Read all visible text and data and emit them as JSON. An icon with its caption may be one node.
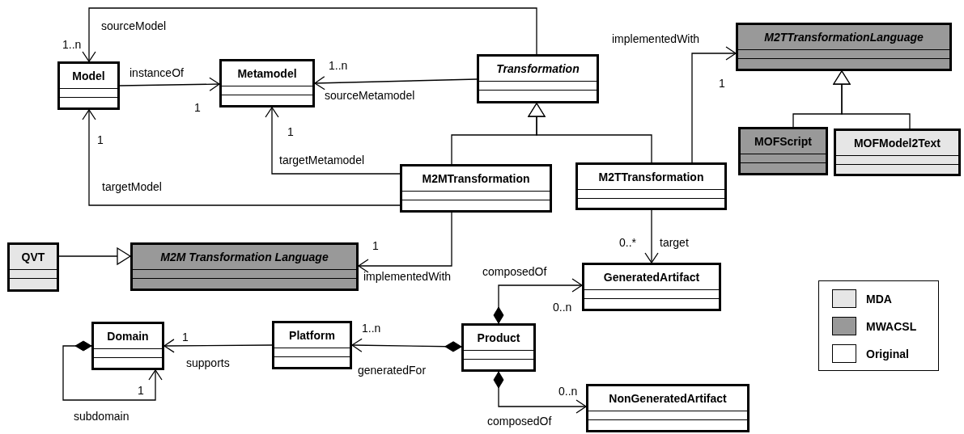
{
  "diagram": {
    "nodes": [
      {
        "text": [
          "Model"
        ]
      },
      {
        "text": [
          "Metamodel"
        ]
      },
      {
        "text": [
          "Transformation"
        ]
      },
      {
        "text": [
          "M2TTransformationLanguage"
        ]
      },
      {
        "text": [
          "MOFScript"
        ]
      },
      {
        "text": [
          "MOFModel2Text"
        ]
      },
      {
        "text": [
          "M2MTransformation"
        ]
      },
      {
        "text": [
          "M2TTransformation"
        ]
      },
      {
        "text": [
          "QVT"
        ]
      },
      {
        "text": [
          "M2M Transformation Language"
        ]
      },
      {
        "text": [
          "GeneratedArtifact"
        ]
      },
      {
        "text": [
          "Domain"
        ]
      },
      {
        "text": [
          "Platform"
        ]
      },
      {
        "text": [
          "Product"
        ]
      },
      {
        "text": [
          "NonGeneratedArtifact"
        ]
      }
    ],
    "edges": [
      {
        "from": 0,
        "to": 1,
        "arrow": "to",
        "label": "instanceOf"
      },
      {
        "from": 2,
        "to": 0,
        "arrow": "to",
        "label": "sourceModel"
      },
      {
        "from": 2,
        "to": 1,
        "arrow": "to",
        "label": "sourceMetamodel"
      },
      {
        "from": 6,
        "to": 1,
        "arrow": "to",
        "label": "targetMetamodel"
      },
      {
        "from": 6,
        "to": 0,
        "arrow": "to",
        "label": "targetModel"
      },
      {
        "from": 6,
        "to": 2,
        "arrow": "to"
      },
      {
        "from": 7,
        "to": 2,
        "arrow": "to"
      },
      {
        "from": 7,
        "to": 3,
        "arrow": "to",
        "label": "implementedWith"
      },
      {
        "from": 4,
        "to": 3,
        "arrow": "to"
      },
      {
        "from": 5,
        "to": 3,
        "arrow": "to"
      },
      {
        "from": 8,
        "to": 9,
        "arrow": "to"
      },
      {
        "from": 6,
        "to": 9,
        "arrow": "to",
        "label": "implementedWith"
      },
      {
        "from": 7,
        "to": 10,
        "arrow": "to",
        "label": "target"
      },
      {
        "from": 13,
        "to": 10,
        "arrow": "to",
        "label": "composedOf"
      },
      {
        "from": 13,
        "to": 12,
        "arrow": "to",
        "label": "generatedFor"
      },
      {
        "from": 12,
        "to": 11,
        "arrow": "to",
        "label": "supports"
      },
      {
        "from": 11,
        "to": 11,
        "arrow": "to",
        "label": "subdomain"
      },
      {
        "from": 13,
        "to": 14,
        "arrow": "to",
        "label": "composedOf"
      }
    ],
    "labels": [
      "1..n",
      "1..n",
      "1",
      "1",
      "1",
      "1",
      "0..*",
      "1",
      "0..n",
      "1..n",
      "1",
      "1",
      "0..n"
    ],
    "legend": [
      {
        "text": "MDA",
        "color": "#e6e6e6"
      },
      {
        "text": "MWACSL",
        "color": "#999999"
      },
      {
        "text": "Original",
        "color": "#ffffff"
      }
    ]
  }
}
